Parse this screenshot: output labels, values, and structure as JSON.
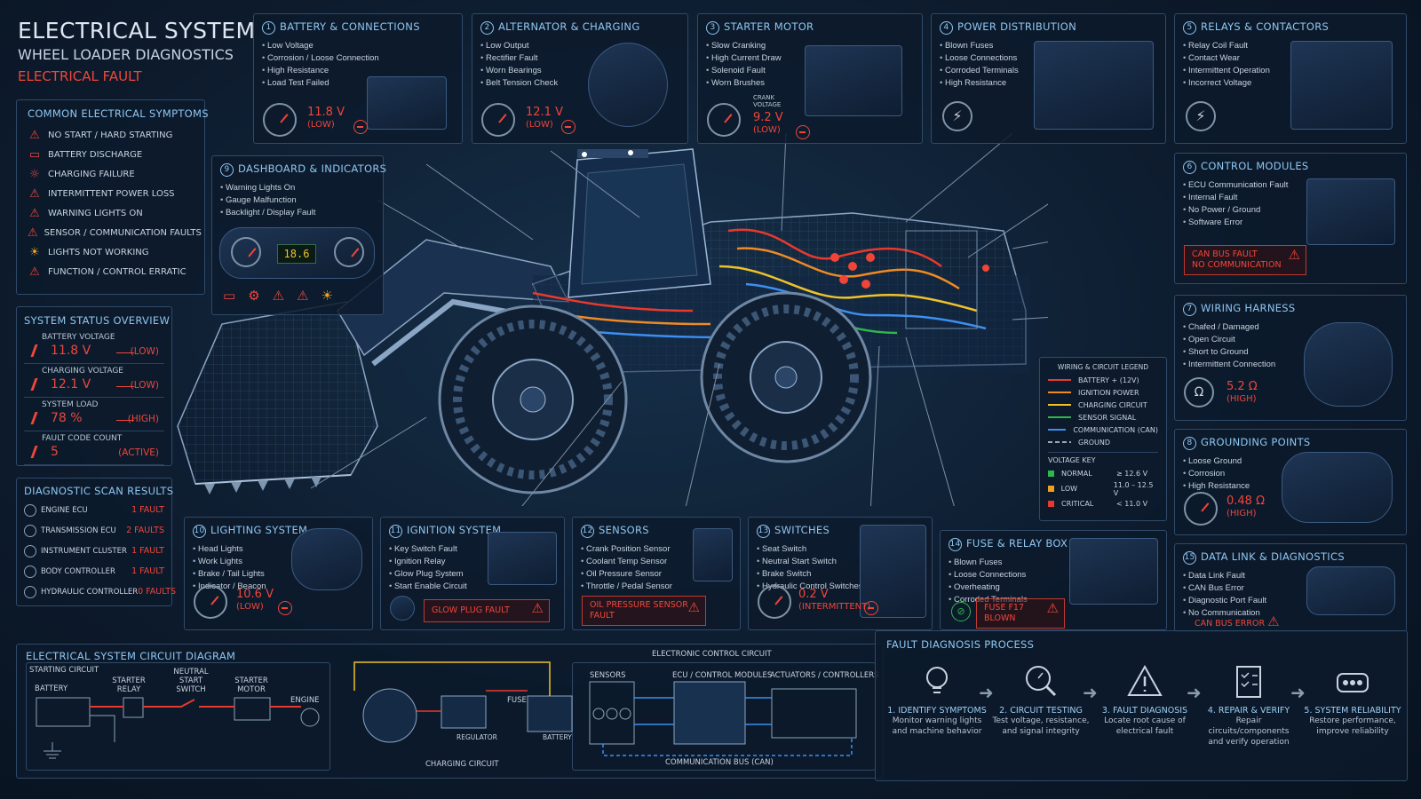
{
  "header": {
    "title": "ELECTRICAL SYSTEM",
    "subtitle": "WHEEL LOADER DIAGNOSTICS",
    "tag": "ELECTRICAL FAULT"
  },
  "symptoms": {
    "title": "COMMON ELECTRICAL SYMPTOMS",
    "items": [
      {
        "label": "NO START / HARD STARTING",
        "icon": "warning-icon"
      },
      {
        "label": "BATTERY DISCHARGE",
        "icon": "battery-icon"
      },
      {
        "label": "CHARGING FAILURE",
        "icon": "sun-icon"
      },
      {
        "label": "INTERMITTENT POWER LOSS",
        "icon": "warning-icon"
      },
      {
        "label": "WARNING LIGHTS ON",
        "icon": "warning-icon"
      },
      {
        "label": "SENSOR / COMMUNICATION FAULTS",
        "icon": "warning-icon"
      },
      {
        "label": "LIGHTS NOT WORKING",
        "icon": "bulb-icon"
      },
      {
        "label": "FUNCTION / CONTROL ERRATIC",
        "icon": "warning-icon"
      }
    ]
  },
  "status": {
    "title": "SYSTEM STATUS OVERVIEW",
    "items": [
      {
        "label": "BATTERY VOLTAGE",
        "value": "11.8 V",
        "state": "(LOW)"
      },
      {
        "label": "CHARGING VOLTAGE",
        "value": "12.1 V",
        "state": "(LOW)"
      },
      {
        "label": "SYSTEM LOAD",
        "value": "78 %",
        "state": "(HIGH)"
      },
      {
        "label": "FAULT CODE COUNT",
        "value": "5",
        "state": "(ACTIVE)"
      }
    ]
  },
  "scan": {
    "title": "DIAGNOSTIC SCAN RESULTS",
    "items": [
      {
        "name": "ENGINE ECU",
        "faults": "1 FAULT"
      },
      {
        "name": "TRANSMISSION ECU",
        "faults": "2 FAULTS"
      },
      {
        "name": "INSTRUMENT CLUSTER",
        "faults": "1 FAULT"
      },
      {
        "name": "BODY CONTROLLER",
        "faults": "1 FAULT"
      },
      {
        "name": "HYDRAULIC CONTROLLER",
        "faults": "0 FAULTS"
      }
    ]
  },
  "p1": {
    "n": "1",
    "title": "BATTERY & CONNECTIONS",
    "items": [
      "Low Voltage",
      "Corrosion / Loose Connection",
      "High Resistance",
      "Load Test Failed"
    ],
    "value": "11.8 V",
    "state": "(LOW)"
  },
  "p2": {
    "n": "2",
    "title": "ALTERNATOR & CHARGING",
    "items": [
      "Low Output",
      "Rectifier Fault",
      "Worn Bearings",
      "Belt Tension Check"
    ],
    "value": "12.1 V",
    "state": "(LOW)"
  },
  "p3": {
    "n": "3",
    "title": "STARTER MOTOR",
    "items": [
      "Slow Cranking",
      "High Current Draw",
      "Solenoid Fault",
      "Worn Brushes"
    ],
    "caption": "CRANK VOLTAGE",
    "value": "9.2 V",
    "state": "(LOW)"
  },
  "p4": {
    "n": "4",
    "title": "POWER DISTRIBUTION",
    "items": [
      "Blown Fuses",
      "Loose Connections",
      "Corroded Terminals",
      "High Resistance"
    ]
  },
  "p5": {
    "n": "5",
    "title": "RELAYS & CONTACTORS",
    "items": [
      "Relay Coil Fault",
      "Contact Wear",
      "Intermittent Operation",
      "Incorrect Voltage"
    ]
  },
  "p6": {
    "n": "6",
    "title": "CONTROL MODULES",
    "items": [
      "ECU Communication Fault",
      "Internal Fault",
      "No Power / Ground",
      "Software Error"
    ],
    "alert1": "CAN BUS FAULT",
    "alert2": "NO COMMUNICATION"
  },
  "p7": {
    "n": "7",
    "title": "WIRING HARNESS",
    "items": [
      "Chafed / Damaged",
      "Open Circuit",
      "Short to Ground",
      "Intermittent Connection"
    ],
    "value": "5.2 Ω",
    "state": "(HIGH)"
  },
  "p8": {
    "n": "8",
    "title": "GROUNDING POINTS",
    "items": [
      "Loose Ground",
      "Corrosion",
      "High Resistance"
    ],
    "value": "0.48 Ω",
    "state": "(HIGH)"
  },
  "p9": {
    "n": "9",
    "title": "DASHBOARD & INDICATORS",
    "items": [
      "Warning Lights On",
      "Gauge Malfunction",
      "Backlight / Display Fault"
    ],
    "display": "18.6"
  },
  "p10": {
    "n": "10",
    "title": "LIGHTING SYSTEM",
    "items": [
      "Head Lights",
      "Work Lights",
      "Brake / Tail Lights",
      "Indicator / Beacon"
    ],
    "value": "10.6 V",
    "state": "(LOW)"
  },
  "p11": {
    "n": "11",
    "title": "IGNITION SYSTEM",
    "items": [
      "Key Switch Fault",
      "Ignition Relay",
      "Glow Plug System",
      "Start Enable Circuit"
    ],
    "alert": "GLOW PLUG FAULT"
  },
  "p12": {
    "n": "12",
    "title": "SENSORS",
    "items": [
      "Crank Position Sensor",
      "Coolant Temp Sensor",
      "Oil Pressure Sensor",
      "Throttle / Pedal Sensor"
    ],
    "alert1": "OIL PRESSURE SENSOR",
    "alert2": "FAULT"
  },
  "p13": {
    "n": "13",
    "title": "SWITCHES",
    "items": [
      "Seat Switch",
      "Neutral Start Switch",
      "Brake Switch",
      "Hydraulic Control Switches"
    ],
    "value": "0.2 V",
    "state": "(INTERMITTENT)"
  },
  "p14": {
    "n": "14",
    "title": "FUSE & RELAY BOX",
    "items": [
      "Blown Fuses",
      "Loose Connections",
      "Overheating",
      "Corroded Terminals"
    ],
    "alert1": "FUSE F17",
    "alert2": "BLOWN"
  },
  "p15": {
    "n": "15",
    "title": "DATA LINK & DIAGNOSTICS",
    "items": [
      "Data Link Fault",
      "CAN Bus Error",
      "Diagnostic Port Fault",
      "No Communication"
    ],
    "alert": "CAN BUS ERROR"
  },
  "legend": {
    "title": "WIRING & CIRCUIT LEGEND",
    "items": [
      {
        "label": "BATTERY + (12V)",
        "color": "#e8392e"
      },
      {
        "label": "IGNITION POWER",
        "color": "#f08a24"
      },
      {
        "label": "CHARGING CIRCUIT",
        "color": "#f0c22a"
      },
      {
        "label": "SENSOR SIGNAL",
        "color": "#2fb84a"
      },
      {
        "label": "COMMUNICATION (CAN)",
        "color": "#3d8ff0"
      },
      {
        "label": "GROUND",
        "color": "#9aa8b8"
      }
    ],
    "vk_title": "VOLTAGE KEY",
    "vk": [
      {
        "label": "NORMAL",
        "range": "≥ 12.6 V",
        "color": "#2fb84a"
      },
      {
        "label": "LOW",
        "range": "11.0 – 12.5 V",
        "color": "#f0a020"
      },
      {
        "label": "CRITICAL",
        "range": "< 11.0 V",
        "color": "#e8392e"
      }
    ]
  },
  "circuit": {
    "title": "ELECTRICAL SYSTEM CIRCUIT DIAGRAM",
    "starting": "STARTING CIRCUIT",
    "battery": "BATTERY",
    "starter_relay": "STARTER RELAY",
    "neutral": "NEUTRAL START SWITCH",
    "starter_motor": "STARTER MOTOR",
    "engine": "ENGINE",
    "regulator": "REGULATOR",
    "fuse": "FUSE",
    "battery2": "BATTERY",
    "charging": "CHARGING CIRCUIT",
    "ecc": "ELECTRONIC CONTROL CIRCUIT",
    "sensors": "SENSORS",
    "ecu": "ECU / CONTROL MODULES",
    "actuators": "ACTUATORS / CONTROLLERS",
    "bus": "COMMUNICATION BUS (CAN)"
  },
  "process": {
    "title": "FAULT DIAGNOSIS PROCESS",
    "steps": [
      {
        "t": "1. IDENTIFY SYMPTOMS",
        "d1": "Monitor warning lights",
        "d2": "and machine behavior",
        "icon": "bulb-icon"
      },
      {
        "t": "2. CIRCUIT TESTING",
        "d1": "Test voltage, resistance,",
        "d2": "and signal integrity",
        "icon": "magnifier-gauge-icon"
      },
      {
        "t": "3. FAULT DIAGNOSIS",
        "d1": "Locate root cause of",
        "d2": "electrical fault",
        "icon": "warning-icon"
      },
      {
        "t": "4. REPAIR & VERIFY",
        "d1": "Repair circuits/components",
        "d2": "and verify operation",
        "icon": "checklist-icon"
      },
      {
        "t": "5. SYSTEM RELIABILITY",
        "d1": "Restore performance,",
        "d2": "improve reliability",
        "icon": "connector-icon"
      }
    ]
  }
}
